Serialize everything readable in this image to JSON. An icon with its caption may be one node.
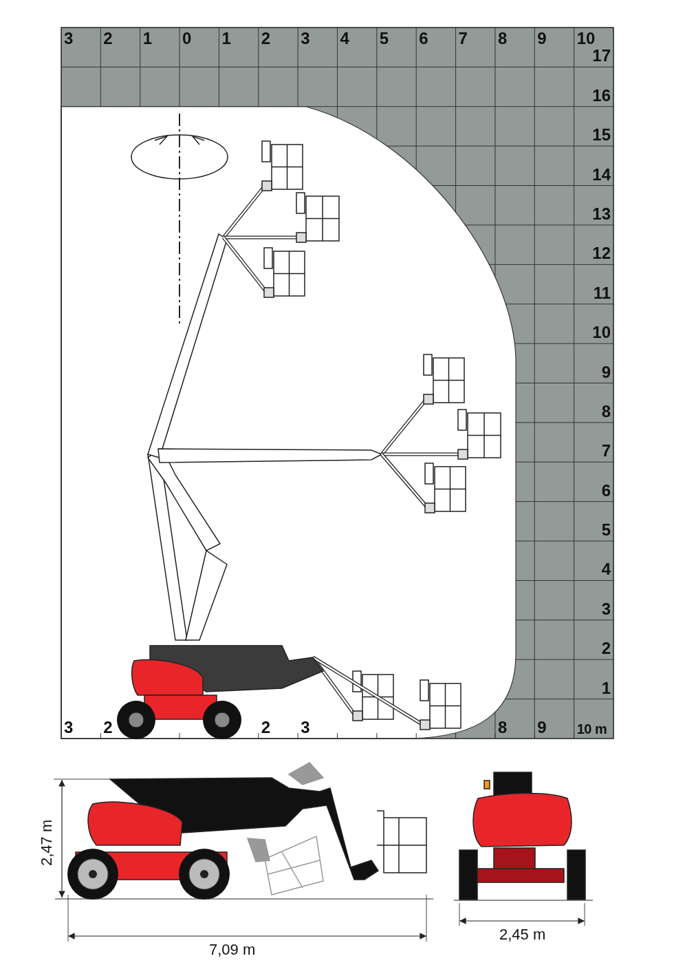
{
  "diagram": {
    "labels": [
      "3",
      "2",
      "1",
      "0",
      "1",
      "2",
      "3",
      "4",
      "5",
      "6",
      "7",
      "8",
      "9",
      "10",
      "17",
      "16",
      "15",
      "14",
      "13",
      "12",
      "11",
      "10",
      "9",
      "8",
      "7",
      "6",
      "5",
      "4",
      "3",
      "2",
      "1",
      "3",
      "2",
      "2",
      "3",
      "8",
      "9",
      "10 m",
      "2,47 m",
      "7,09 m",
      "2,45 m"
    ]
  }
}
